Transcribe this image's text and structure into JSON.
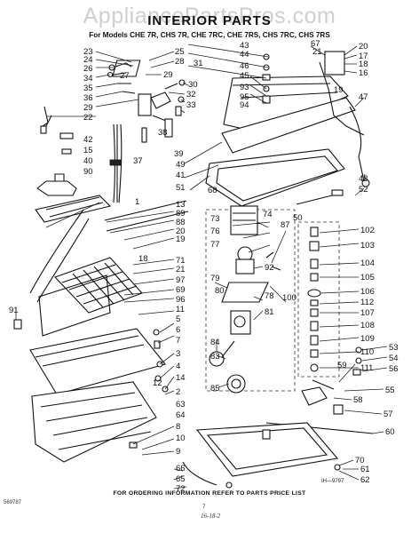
{
  "watermark": "AppliancePartsPros.com",
  "title": "INTERIOR PARTS",
  "subtitle": "For Models CHE 7R, CHS 7R, CHE 7RC, CHE 7RS, CHS 7RC, CHS 7RS",
  "footer": "FOR ORDERING INFORMATION REFER TO PARTS PRICE LIST",
  "corner_code": "569787",
  "page_number": "7",
  "date_mark": "16-18-2",
  "figure_code": "IH—9797",
  "callouts": [
    {
      "id": "23",
      "text": "23"
    },
    {
      "id": "24",
      "text": "24"
    },
    {
      "id": "26",
      "text": "26"
    },
    {
      "id": "34",
      "text": "34"
    },
    {
      "id": "35",
      "text": "35"
    },
    {
      "id": "36",
      "text": "36"
    },
    {
      "id": "29",
      "text": "29"
    },
    {
      "id": "22",
      "text": "22"
    },
    {
      "id": "42",
      "text": "42"
    },
    {
      "id": "15",
      "text": "15"
    },
    {
      "id": "40",
      "text": "40"
    },
    {
      "id": "90",
      "text": "90"
    },
    {
      "id": "25",
      "text": "25"
    },
    {
      "id": "28",
      "text": "28"
    },
    {
      "id": "27",
      "text": "27"
    },
    {
      "id": "29b",
      "text": "29"
    },
    {
      "id": "31",
      "text": "31"
    },
    {
      "id": "30",
      "text": "30"
    },
    {
      "id": "32",
      "text": "32"
    },
    {
      "id": "33",
      "text": "33"
    },
    {
      "id": "38",
      "text": "38"
    },
    {
      "id": "39",
      "text": "39"
    },
    {
      "id": "37",
      "text": "37"
    },
    {
      "id": "41",
      "text": "41"
    },
    {
      "id": "51",
      "text": "51"
    },
    {
      "id": "49",
      "text": "49"
    },
    {
      "id": "43",
      "text": "43"
    },
    {
      "id": "44",
      "text": "44"
    },
    {
      "id": "46",
      "text": "46"
    },
    {
      "id": "45",
      "text": "45"
    },
    {
      "id": "93",
      "text": "93"
    },
    {
      "id": "95",
      "text": "95"
    },
    {
      "id": "94",
      "text": "94"
    },
    {
      "id": "67",
      "text": "67"
    },
    {
      "id": "20",
      "text": "20"
    },
    {
      "id": "21",
      "text": "21"
    },
    {
      "id": "17",
      "text": "17"
    },
    {
      "id": "18",
      "text": "18"
    },
    {
      "id": "16",
      "text": "16"
    },
    {
      "id": "19",
      "text": "19"
    },
    {
      "id": "47",
      "text": "47"
    },
    {
      "id": "48",
      "text": "48"
    },
    {
      "id": "52",
      "text": "52"
    },
    {
      "id": "68",
      "text": "68"
    },
    {
      "id": "1",
      "text": "1"
    },
    {
      "id": "13",
      "text": "13"
    },
    {
      "id": "89",
      "text": "89"
    },
    {
      "id": "88",
      "text": "88"
    },
    {
      "id": "20b",
      "text": "20"
    },
    {
      "id": "19b",
      "text": "19"
    },
    {
      "id": "18b",
      "text": "18"
    },
    {
      "id": "71",
      "text": "71"
    },
    {
      "id": "21b",
      "text": "21"
    },
    {
      "id": "97",
      "text": "97"
    },
    {
      "id": "69",
      "text": "69"
    },
    {
      "id": "96",
      "text": "96"
    },
    {
      "id": "11",
      "text": "11"
    },
    {
      "id": "5",
      "text": "5"
    },
    {
      "id": "6",
      "text": "6"
    },
    {
      "id": "7",
      "text": "7"
    },
    {
      "id": "3",
      "text": "3"
    },
    {
      "id": "4",
      "text": "4"
    },
    {
      "id": "14",
      "text": "14"
    },
    {
      "id": "12",
      "text": "12"
    },
    {
      "id": "2",
      "text": "2"
    },
    {
      "id": "63",
      "text": "63"
    },
    {
      "id": "64",
      "text": "64"
    },
    {
      "id": "8",
      "text": "8"
    },
    {
      "id": "10",
      "text": "10"
    },
    {
      "id": "9",
      "text": "9"
    },
    {
      "id": "66",
      "text": "66"
    },
    {
      "id": "65",
      "text": "65"
    },
    {
      "id": "72",
      "text": "72"
    },
    {
      "id": "91",
      "text": "91"
    },
    {
      "id": "50",
      "text": "50"
    },
    {
      "id": "73",
      "text": "73"
    },
    {
      "id": "74",
      "text": "74"
    },
    {
      "id": "76",
      "text": "76"
    },
    {
      "id": "77",
      "text": "77"
    },
    {
      "id": "87",
      "text": "87"
    },
    {
      "id": "92",
      "text": "92"
    },
    {
      "id": "79",
      "text": "79"
    },
    {
      "id": "78",
      "text": "78"
    },
    {
      "id": "100",
      "text": "100"
    },
    {
      "id": "80",
      "text": "80"
    },
    {
      "id": "81",
      "text": "81"
    },
    {
      "id": "84",
      "text": "84"
    },
    {
      "id": "83",
      "text": "83"
    },
    {
      "id": "85",
      "text": "85"
    },
    {
      "id": "102",
      "text": "102"
    },
    {
      "id": "103",
      "text": "103"
    },
    {
      "id": "104",
      "text": "104"
    },
    {
      "id": "105",
      "text": "105"
    },
    {
      "id": "106",
      "text": "106"
    },
    {
      "id": "112",
      "text": "112"
    },
    {
      "id": "107",
      "text": "107"
    },
    {
      "id": "108",
      "text": "108"
    },
    {
      "id": "109",
      "text": "109"
    },
    {
      "id": "110",
      "text": "110"
    },
    {
      "id": "111",
      "text": "111"
    },
    {
      "id": "53",
      "text": "53"
    },
    {
      "id": "54",
      "text": "54"
    },
    {
      "id": "56",
      "text": "56"
    },
    {
      "id": "59",
      "text": "59"
    },
    {
      "id": "55",
      "text": "55"
    },
    {
      "id": "58",
      "text": "58"
    },
    {
      "id": "57",
      "text": "57"
    },
    {
      "id": "60",
      "text": "60"
    },
    {
      "id": "70",
      "text": "70"
    },
    {
      "id": "61",
      "text": "61"
    },
    {
      "id": "62",
      "text": "62"
    }
  ]
}
